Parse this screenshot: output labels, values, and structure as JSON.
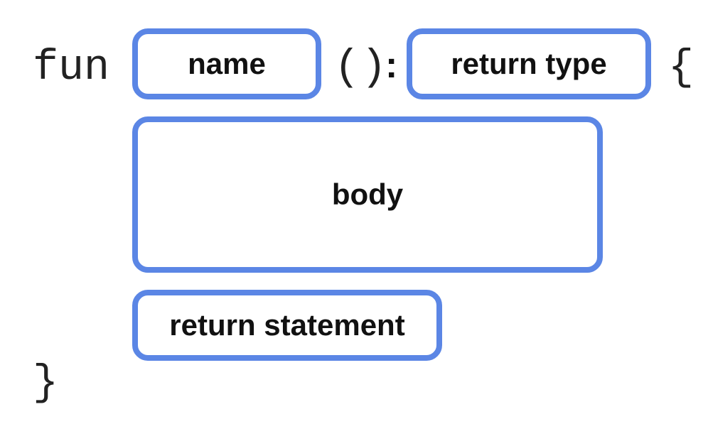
{
  "code": {
    "keyword": "fun",
    "parens": "()",
    "colon": ":",
    "open_brace": "{",
    "close_brace": "}"
  },
  "slots": {
    "name": "name",
    "return_type": "return type",
    "body": "body",
    "return_statement": "return statement"
  },
  "colors": {
    "box_border": "#5b86e5",
    "text": "#111111"
  }
}
